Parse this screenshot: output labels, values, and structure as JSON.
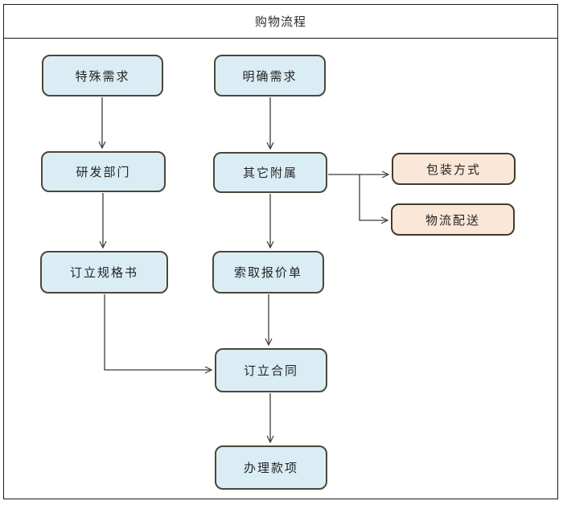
{
  "title": "购物流程",
  "diagram": {
    "type": "flowchart",
    "nodes": {
      "special_need": {
        "label": "特殊需求",
        "style": "blue"
      },
      "clear_need": {
        "label": "明确需求",
        "style": "blue"
      },
      "rd_dept": {
        "label": "研发部门",
        "style": "blue"
      },
      "other_attach": {
        "label": "其它附属",
        "style": "blue"
      },
      "packaging": {
        "label": "包装方式",
        "style": "orange"
      },
      "logistics": {
        "label": "物流配送",
        "style": "orange"
      },
      "spec_book": {
        "label": "订立规格书",
        "style": "blue"
      },
      "quotation": {
        "label": "索取报价单",
        "style": "blue"
      },
      "contract": {
        "label": "订立合同",
        "style": "blue"
      },
      "payment": {
        "label": "办理款项",
        "style": "blue"
      }
    },
    "edges": [
      {
        "from": "special_need",
        "to": "rd_dept"
      },
      {
        "from": "clear_need",
        "to": "other_attach"
      },
      {
        "from": "rd_dept",
        "to": "spec_book"
      },
      {
        "from": "other_attach",
        "to": "quotation"
      },
      {
        "from": "other_attach",
        "to": "packaging"
      },
      {
        "from": "other_attach",
        "to": "logistics"
      },
      {
        "from": "spec_book",
        "to": "contract"
      },
      {
        "from": "quotation",
        "to": "contract"
      },
      {
        "from": "contract",
        "to": "payment"
      }
    ],
    "colors": {
      "node_blue_fill": "#daedf4",
      "node_blue_border": "#4a473a",
      "node_orange_fill": "#fbe7d8",
      "node_orange_border": "#423a2c",
      "connector": "#3c3c3c",
      "frame_border": "#1a1a1a",
      "background": "#ffffff"
    }
  }
}
